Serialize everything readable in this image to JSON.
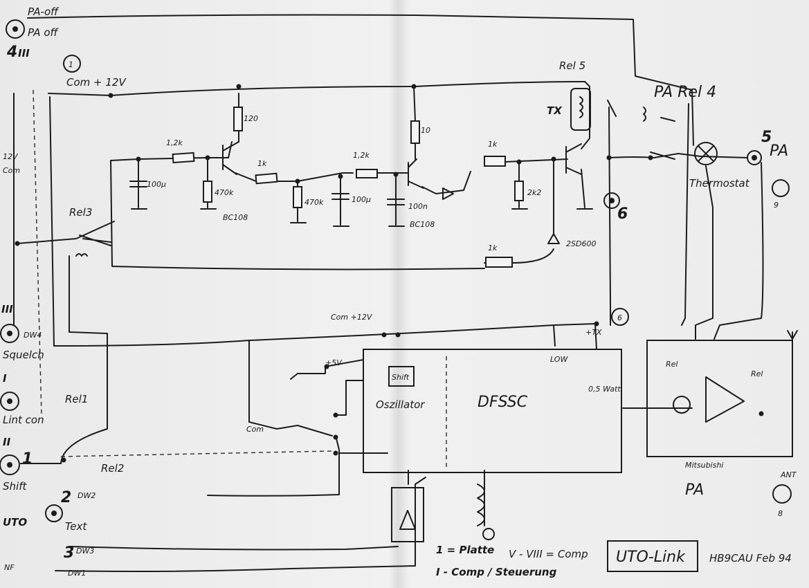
{
  "labels": {
    "pa_off_top": "PA-off",
    "pa_off": "PA off",
    "conn_4": "4",
    "conn_4_roman": "III",
    "com_12v": "Com + 12V",
    "conn_1_circle": "1",
    "v12": "12V",
    "com": "Com",
    "rel3": "Rel3",
    "rel5": "Rel 5",
    "pa_rel4": "PA Rel 4",
    "tx": "TX",
    "r_120": "120",
    "r_1k2_a": "1,2k",
    "r_1k2_b": "1,2k",
    "r_1k_a": "1k",
    "r_1k_b": "1k",
    "r_1k_c": "1k",
    "r_10": "10",
    "c_100u_a": "100µ",
    "c_100u_b": "100µ",
    "c_100n": "100n",
    "r_470k_a": "470k",
    "r_470k_b": "470k",
    "r_2k2": "2k2",
    "t_bc108_a": "BC108",
    "t_bc108_b": "BC108",
    "t_2sd600": "2SD600",
    "thermostat": "Thermostat",
    "pa_5": "5",
    "pa_label": "PA",
    "num_9": "9",
    "num_6_big": "6",
    "num_6_circle": "6",
    "tx_plus": "+TX",
    "com_12v_mid": "Com  +12V",
    "plus_5v": "+5V",
    "shift_box": "Shift",
    "oscillator": "Oszillator",
    "dfssc": "DFSSC",
    "low": "LOW",
    "watt": "0,5 Watt",
    "rel_pa": "Rel",
    "rel_pa2": "Rel",
    "mitsubishi": "Mitsubishi",
    "pa_bottom": "PA",
    "num_8": "8",
    "ant": "ANT",
    "roman_iii_left": "III",
    "dw4": "DW4",
    "squelch": "Squelch",
    "roman_i": "I",
    "rel1": "Rel1",
    "lint_con": "Lint con",
    "roman_ii": "II",
    "num_1": "1",
    "shift": "Shift",
    "rel2": "Rel2",
    "num_2": "2",
    "dw2": "DW2",
    "uto": "UTO",
    "text": "Text",
    "num_3": "3",
    "dw3": "DW3",
    "nf": "NF",
    "dw1": "DW1",
    "com_left": "Com",
    "legend_1": "1 = Platte",
    "legend_2": "I - Comp / Steuerung",
    "legend_3": "V - VIII = Comp",
    "title_box": "UTO-Link",
    "signature": "HB9CAU  Feb 94"
  }
}
